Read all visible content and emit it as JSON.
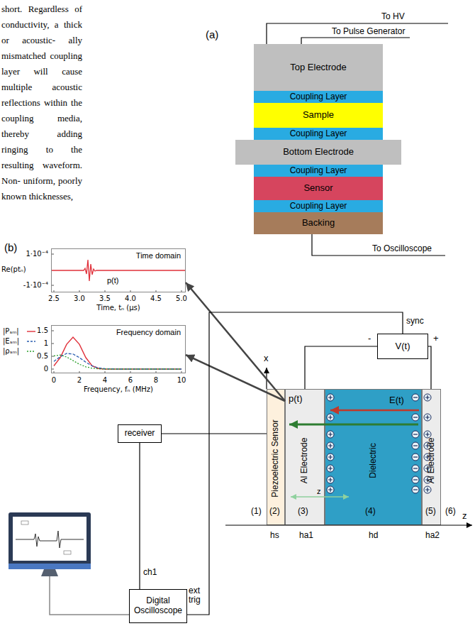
{
  "diagram": {
    "nodes": [
      {
        "text": [
          "Top Electrode"
        ]
      },
      {
        "text": [
          "Coupling Layer"
        ]
      },
      {
        "text": [
          "Sample"
        ]
      },
      {
        "text": [
          "Coupling Layer"
        ]
      },
      {
        "text": [
          "Bottom Electrode"
        ]
      },
      {
        "text": [
          "Coupling Layer"
        ]
      },
      {
        "text": [
          "Sensor"
        ]
      },
      {
        "text": [
          "Coupling Layer"
        ]
      },
      {
        "text": [
          "Backing"
        ]
      },
      {
        "text": [
          "Time domain",
          "p(t)"
        ]
      },
      {
        "text": [
          "Frequency domain"
        ]
      },
      {
        "text": [
          "V(t)"
        ]
      },
      {
        "text": [
          "Piezoelectric Sensor"
        ]
      },
      {
        "text": [
          "Al Electrode",
          "p(t)"
        ]
      },
      {
        "text": [
          "Dielectric",
          "E(t)"
        ]
      },
      {
        "text": [
          "Al Electrode"
        ]
      },
      {
        "text": [
          "receiver"
        ]
      },
      {
        "text": [
          "Digital Oscilloscope"
        ]
      }
    ],
    "edges": [
      {
        "from": 13,
        "to": 9,
        "arrow": "to"
      },
      {
        "from": 13,
        "to": 10,
        "arrow": "to"
      },
      {
        "from": 11,
        "to": 17,
        "arrow": "none",
        "label": "sync"
      },
      {
        "from": 11,
        "to": 13,
        "arrow": "none"
      },
      {
        "from": 11,
        "to": 15,
        "arrow": "none"
      },
      {
        "from": 16,
        "to": 12,
        "arrow": "none"
      },
      {
        "from": 16,
        "to": 17,
        "arrow": "none",
        "label": "ch1"
      }
    ],
    "labels": [
      "short. Regardless of conductivity, a thick or acoustic- ally mismatched coupling layer will cause multiple acoustic reflections within the coupling media, thereby adding ringing to the resulting waveform. Non- uniform, poorly known thicknesses,",
      "(a)",
      "To HV",
      "To Pulse Generator",
      "To Oscilloscope",
      "(b)",
      "Re(ptₙ)",
      "1·10⁻⁴",
      "-1·10⁻⁴",
      "2.5",
      "3.0",
      "3.5",
      "4.0",
      "4.5",
      "5.0",
      "Time, tₙ (µs)",
      "1.5",
      "1",
      "0.5",
      "0",
      "0",
      "2",
      "4",
      "6",
      "8",
      "10",
      "Frequency, fₙ (MHz)",
      "-",
      "+",
      "x",
      "(1)",
      "(2)",
      "(3)",
      "(4)",
      "(5)",
      "(6)",
      "z",
      "z",
      "hs",
      "ha1",
      "hd",
      "ha2",
      "ext trig"
    ],
    "legend": [
      {
        "text": "|Pₛₘ|"
      },
      {
        "text": "|Eₛₘ|"
      },
      {
        "text": "|ρₛₘ|"
      }
    ]
  }
}
